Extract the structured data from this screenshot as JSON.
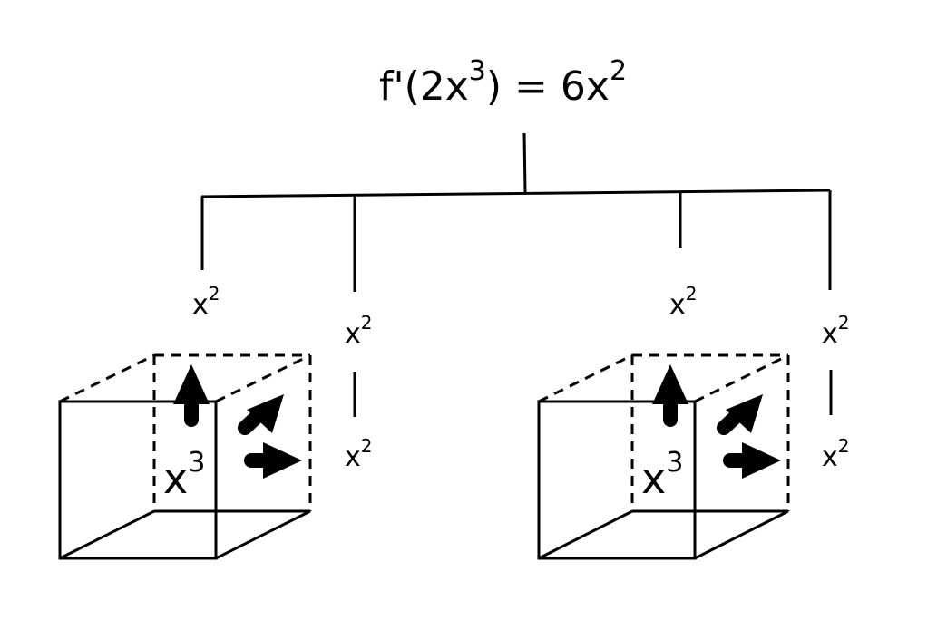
{
  "equation": {
    "prefix": "f'(2x",
    "inner_exp": "3",
    "middle": ") = 6x",
    "result_exp": "2"
  },
  "labels": {
    "base": "x",
    "square_exp": "2",
    "cube_exp": "3"
  }
}
